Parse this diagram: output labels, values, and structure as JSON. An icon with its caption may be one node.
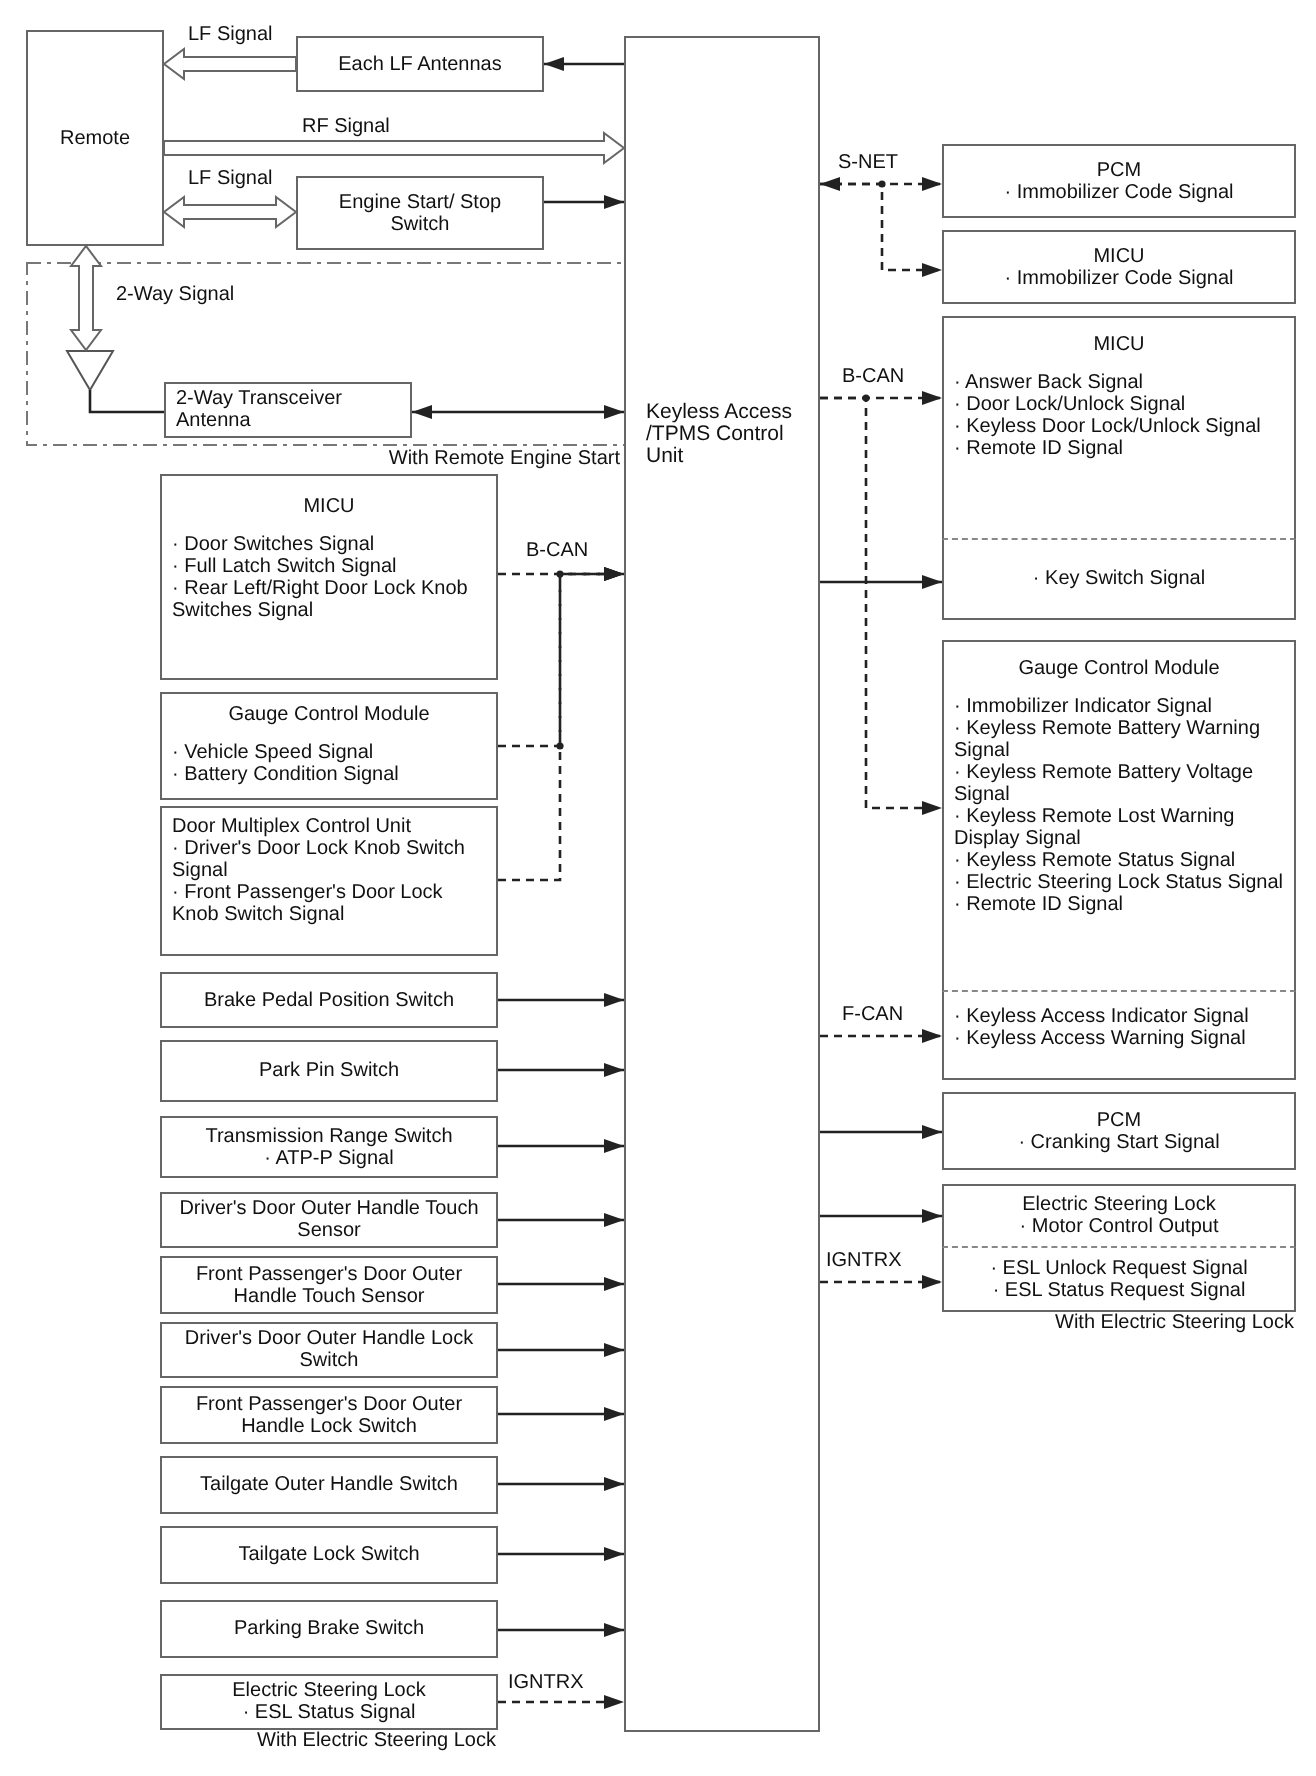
{
  "diagram": {
    "nodes": [
      {
        "text": [
          "Remote"
        ]
      },
      {
        "text": [
          "Each LF Antennas"
        ]
      },
      {
        "text": [
          "Engine Start/ Stop Switch"
        ]
      },
      {
        "text": [
          "With Remote Engine Start"
        ]
      },
      {
        "text": [],
        "shape": "antenna",
        "in": 3
      },
      {
        "text": [
          "2-Way Transceiver Antenna"
        ],
        "in": 3
      },
      {
        "text": [
          "Keyless Access /TPMS Control Unit"
        ]
      },
      {
        "text": [
          "MICU",
          "· Door Switches Signal",
          "· Full Latch Switch Signal",
          "· Rear Left/Right Door Lock Knob Switches Signal"
        ]
      },
      {
        "text": [
          "Gauge Control Module",
          "· Vehicle Speed Signal",
          "· Battery Condition Signal"
        ]
      },
      {
        "text": [
          "Door Multiplex Control Unit",
          "· Driver's Door Lock Knob Switch Signal",
          "· Front Passenger's Door Lock Knob Switch Signal"
        ]
      },
      {
        "text": [
          "Brake Pedal Position Switch"
        ]
      },
      {
        "text": [
          "Park Pin Switch"
        ]
      },
      {
        "text": [
          "Transmission Range Switch",
          "· ATP-P Signal"
        ]
      },
      {
        "text": [
          "Driver's Door Outer Handle Touch Sensor"
        ]
      },
      {
        "text": [
          "Front Passenger's Door Outer Handle Touch Sensor"
        ]
      },
      {
        "text": [
          "Driver's Door Outer Handle Lock Switch"
        ]
      },
      {
        "text": [
          "Front Passenger's Door Outer Handle Lock Switch"
        ]
      },
      {
        "text": [
          "Tailgate Outer Handle Switch"
        ]
      },
      {
        "text": [
          "Tailgate Lock Switch"
        ]
      },
      {
        "text": [
          "Parking Brake Switch"
        ]
      },
      {
        "text": [
          "Electric Steering Lock",
          "· ESL Status Signal"
        ],
        "beside": [
          "With Electric Steering Lock"
        ]
      },
      {
        "text": [
          "PCM",
          "· Immobilizer Code Signal"
        ]
      },
      {
        "text": [
          "MICU",
          "· Immobilizer Code Signal"
        ]
      },
      {
        "text": [
          "MICU",
          "· Answer Back Signal",
          "· Door Lock/Unlock Signal",
          "· Keyless Door Lock/Unlock Signal",
          "· Remote ID Signal"
        ]
      },
      {
        "text": [
          "· Key Switch Signal"
        ]
      },
      {
        "text": [
          "Gauge Control Module",
          "· Immobilizer Indicator Signal",
          "· Keyless Remote Battery Warning Signal",
          "· Keyless Remote Battery Voltage Signal",
          "· Keyless Remote Lost Warning Display Signal",
          "· Keyless Remote Status Signal",
          "· Electric Steering Lock Status Signal",
          "· Remote ID Signal"
        ]
      },
      {
        "text": [
          "· Keyless Access Indicator Signal",
          "· Keyless Access Warning Signal"
        ]
      },
      {
        "text": [
          "PCM",
          "· Cranking Start Signal"
        ]
      },
      {
        "text": [
          "Electric Steering Lock",
          "· Motor Control Output"
        ]
      },
      {
        "text": [
          "· ESL Unlock Request Signal",
          "· ESL Status Request Signal"
        ],
        "beside": [
          "With Electric Steering Lock"
        ]
      }
    ],
    "edges": [
      {
        "from": 6,
        "to": 1,
        "arrow": "to"
      },
      {
        "from": 1,
        "to": 0,
        "arrow": "to",
        "style": "thick",
        "label": "LF Signal"
      },
      {
        "from": 0,
        "to": 6,
        "arrow": "to",
        "style": "thick",
        "label": "RF Signal"
      },
      {
        "from": 0,
        "to": 2,
        "arrow": "both",
        "style": "thick",
        "label": "LF Signal"
      },
      {
        "from": 2,
        "to": 6,
        "arrow": "to"
      },
      {
        "from": 0,
        "to": 4,
        "arrow": "both",
        "style": "thick",
        "label": "2-Way Signal"
      },
      {
        "from": 4,
        "to": 5,
        "arrow": "none"
      },
      {
        "from": 5,
        "to": 6,
        "arrow": "both"
      },
      {
        "from": 7,
        "to": 6,
        "arrow": "to",
        "style": "dashed",
        "label": "B-CAN"
      },
      {
        "from": 8,
        "to": 6,
        "arrow": "to",
        "style": "dashed"
      },
      {
        "from": 9,
        "to": 6,
        "arrow": "to",
        "style": "dashed"
      },
      {
        "from": 10,
        "to": 6,
        "arrow": "to"
      },
      {
        "from": 11,
        "to": 6,
        "arrow": "to"
      },
      {
        "from": 12,
        "to": 6,
        "arrow": "to"
      },
      {
        "from": 13,
        "to": 6,
        "arrow": "to"
      },
      {
        "from": 14,
        "to": 6,
        "arrow": "to"
      },
      {
        "from": 15,
        "to": 6,
        "arrow": "to"
      },
      {
        "from": 16,
        "to": 6,
        "arrow": "to"
      },
      {
        "from": 17,
        "to": 6,
        "arrow": "to"
      },
      {
        "from": 18,
        "to": 6,
        "arrow": "to"
      },
      {
        "from": 19,
        "to": 6,
        "arrow": "to"
      },
      {
        "from": 20,
        "to": 6,
        "arrow": "to",
        "style": "dashed",
        "label": "IGNTRX"
      },
      {
        "from": 6,
        "to": 21,
        "arrow": "both",
        "style": "dashed",
        "label": "S-NET"
      },
      {
        "from": 6,
        "to": 22,
        "arrow": "to",
        "style": "dashed"
      },
      {
        "from": 6,
        "to": 23,
        "arrow": "to",
        "style": "dashed",
        "label": "B-CAN"
      },
      {
        "from": 6,
        "to": 25,
        "arrow": "to",
        "style": "dashed"
      },
      {
        "from": 6,
        "to": 24,
        "arrow": "to"
      },
      {
        "from": 6,
        "to": 26,
        "arrow": "to",
        "style": "dashed",
        "label": "F-CAN"
      },
      {
        "from": 6,
        "to": 27,
        "arrow": "to"
      },
      {
        "from": 6,
        "to": 28,
        "arrow": "to"
      },
      {
        "from": 6,
        "to": 29,
        "arrow": "to",
        "style": "dashed",
        "label": "IGNTRX"
      }
    ]
  }
}
